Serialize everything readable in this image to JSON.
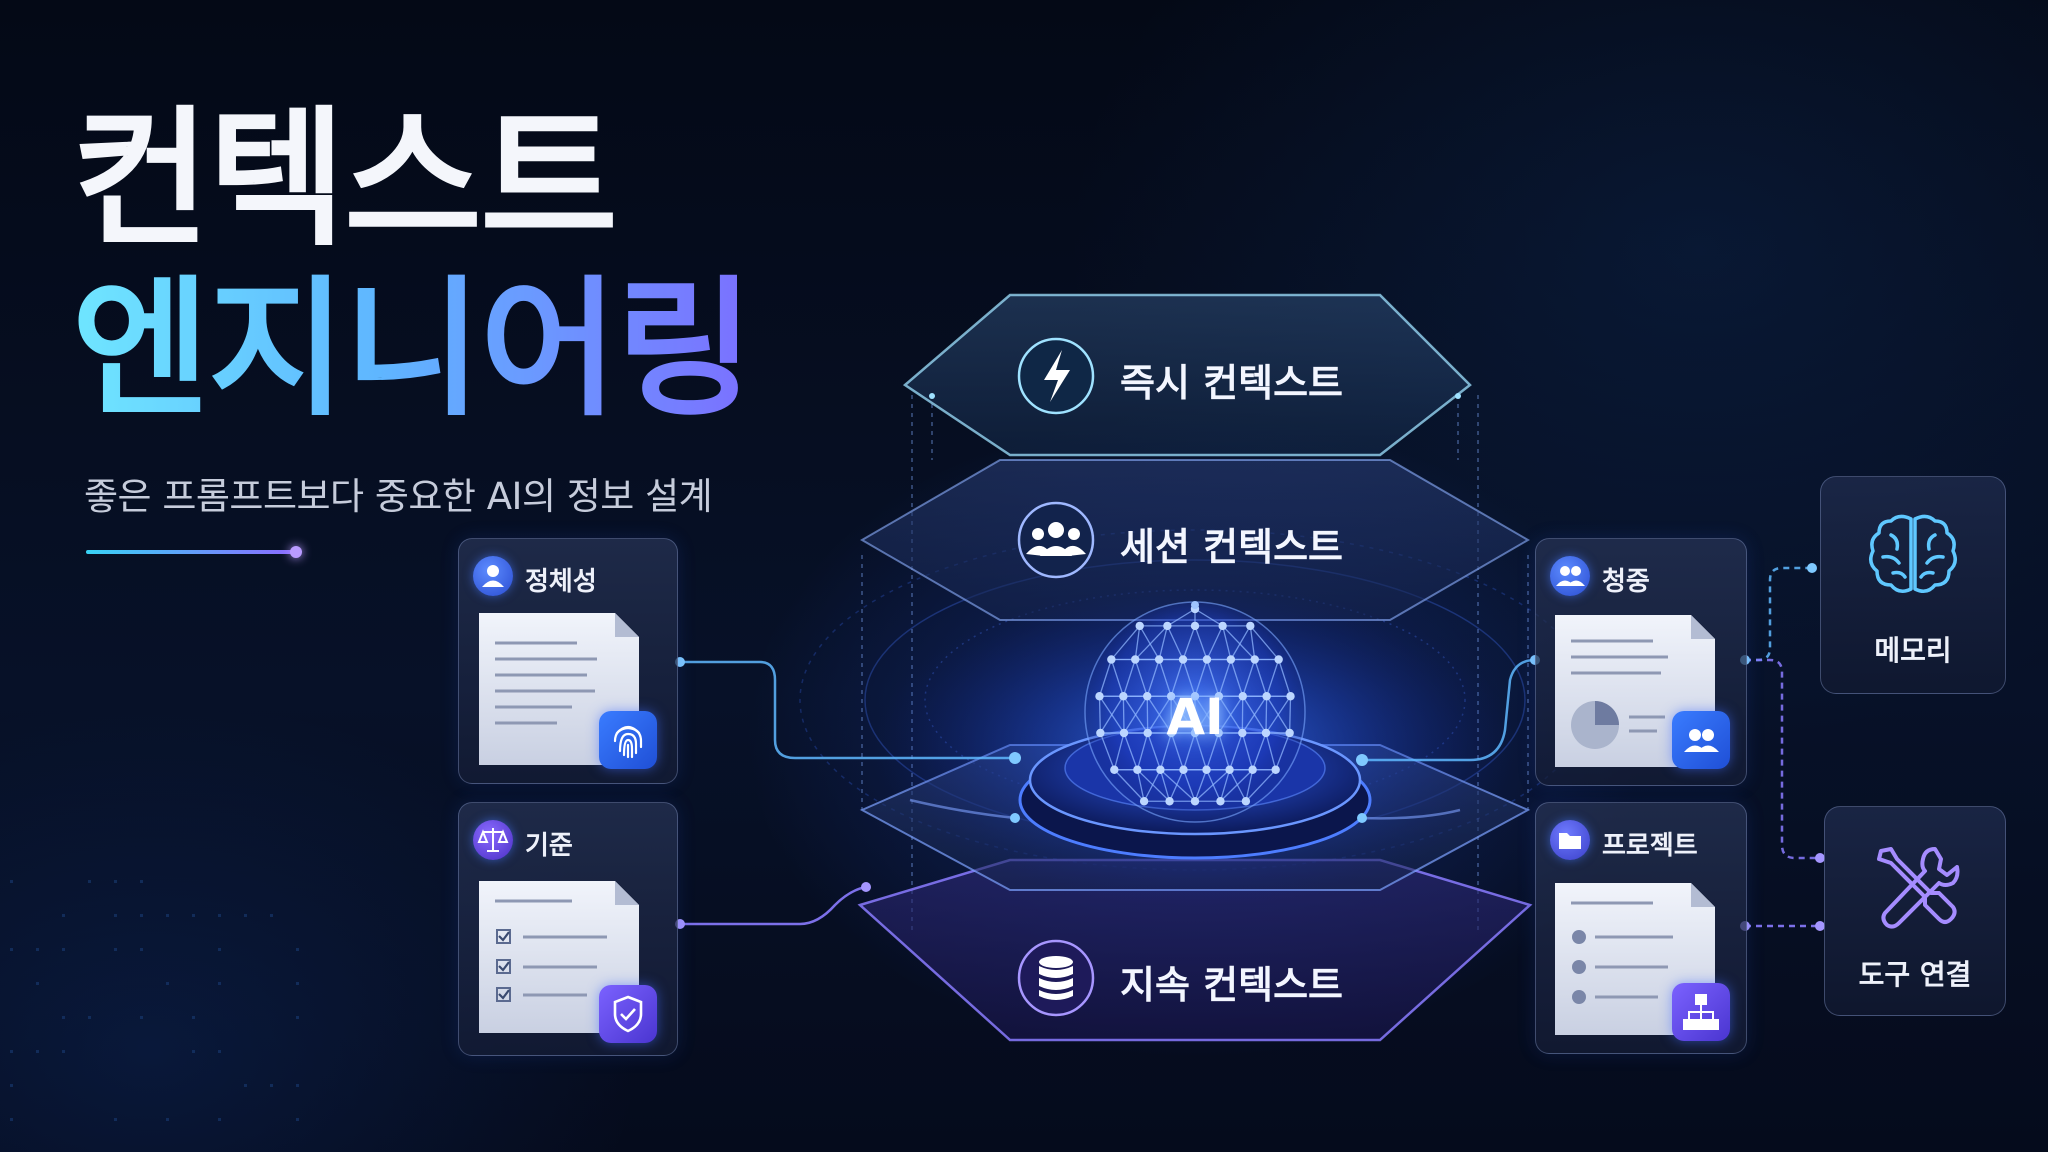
{
  "title": {
    "line1": "컨텍스트",
    "line2": "엔지니어링",
    "subtitle": "좋은 프롬프트보다 중요한 AI의 정보 설계"
  },
  "center": {
    "ai_label": "AI",
    "layers": [
      {
        "id": "instant",
        "label": "즉시 컨텍스트",
        "icon": "lightning-icon"
      },
      {
        "id": "session",
        "label": "세션 컨텍스트",
        "icon": "users-group-icon"
      },
      {
        "id": "persistent",
        "label": "지속 컨텍스트",
        "icon": "database-icon"
      }
    ]
  },
  "left_cards": [
    {
      "label": "정체성",
      "icon": "user-icon",
      "badge": "fingerprint-icon"
    },
    {
      "label": "기준",
      "icon": "scales-icon",
      "badge": "shield-check-icon"
    }
  ],
  "right_cards": [
    {
      "label": "청중",
      "icon": "users-icon",
      "badge": "users-icon"
    },
    {
      "label": "프로젝트",
      "icon": "folder-icon",
      "badge": "hierarchy-icon"
    }
  ],
  "tools": [
    {
      "label": "메모리",
      "icon": "brain-icon"
    },
    {
      "label": "도구 연결",
      "icon": "wrench-screwdriver-icon"
    }
  ],
  "colors": {
    "background": "#050a18",
    "cyan": "#38d3f5",
    "blue": "#4d7dff",
    "violet": "#8a6bff",
    "glow": "#3a6bff"
  }
}
